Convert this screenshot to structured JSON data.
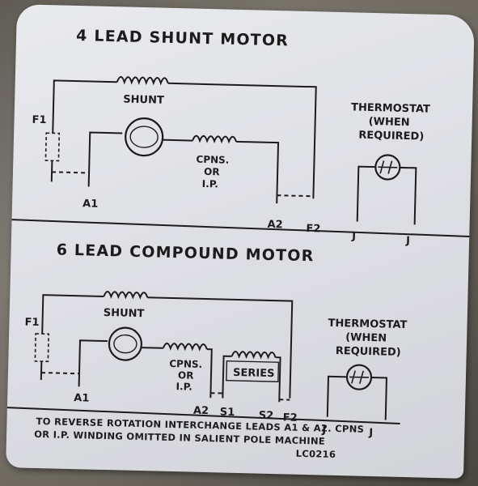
{
  "top_diagram": {
    "title": "4 LEAD SHUNT MOTOR",
    "shunt": "SHUNT",
    "cpns_1": "CPNS.",
    "cpns_2": "OR",
    "cpns_3": "I.P.",
    "lead_f1": "F1",
    "lead_a1": "A1",
    "lead_a2": "A2",
    "lead_f2": "F2",
    "thermostat_1": "THERMOSTAT",
    "thermostat_2": "(WHEN",
    "thermostat_3": "REQUIRED)",
    "lead_j_left": "J",
    "lead_j_right": "J"
  },
  "bottom_diagram": {
    "title": "6 LEAD COMPOUND MOTOR",
    "shunt": "SHUNT",
    "cpns_1": "CPNS.",
    "cpns_2": "OR",
    "cpns_3": "I.P.",
    "series": "SERIES",
    "lead_f1": "F1",
    "lead_a1": "A1",
    "lead_a2": "A2",
    "lead_s1": "S1",
    "lead_s2": "S2",
    "lead_f2": "F2",
    "thermostat_1": "THERMOSTAT",
    "thermostat_2": "(WHEN",
    "thermostat_3": "REQUIRED)",
    "lead_j_left": "J",
    "lead_j_right": "J"
  },
  "footer": {
    "line1": "TO REVERSE ROTATION INTERCHANGE LEADS A1 & A2. CPNS",
    "line2": "OR I.P. WINDING OMITTED IN SALIENT POLE MACHINE",
    "code": "LC0216"
  },
  "colors": {
    "plate": "#e2e3e8",
    "ink": "#1c1c1c",
    "housing": "#6b675e"
  }
}
